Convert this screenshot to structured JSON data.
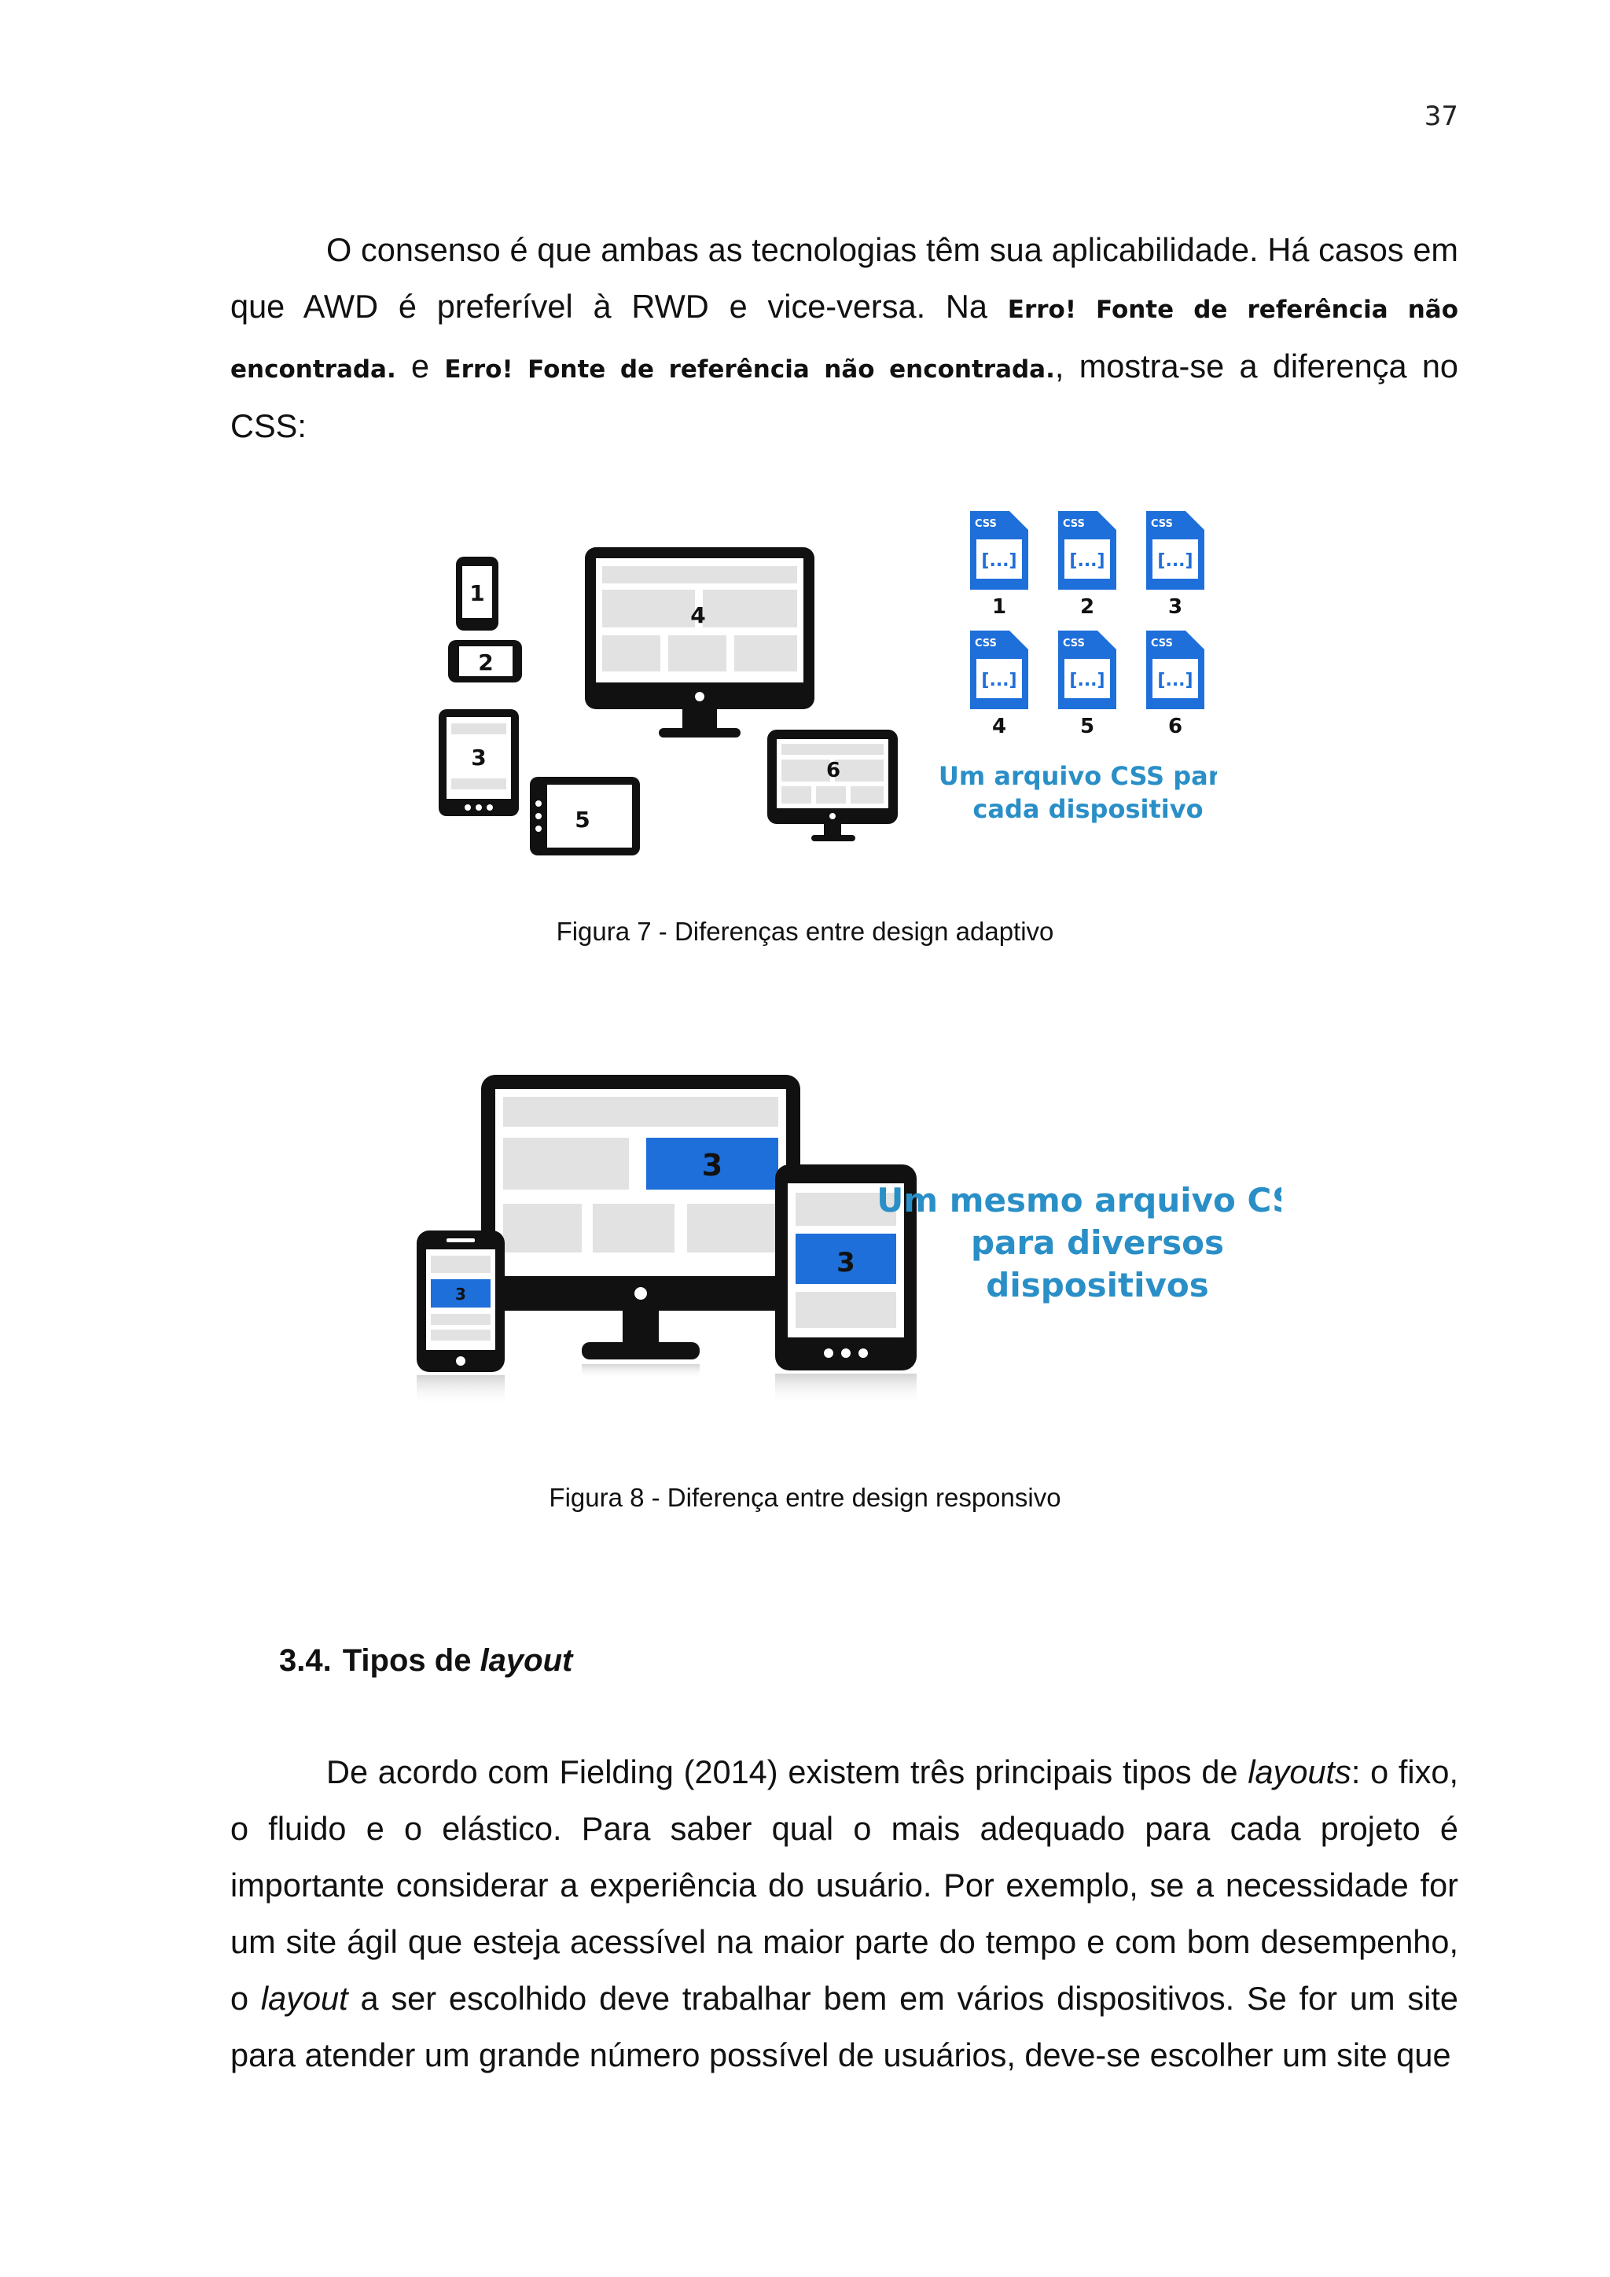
{
  "page_number": "37",
  "paragraph1": {
    "text_a": "O consenso é que ambas as tecnologias têm sua aplicabilidade. Há casos em que AWD é preferível à RWD e vice-versa. Na ",
    "error1": "Erro! Fonte de referência não encontrada.",
    "text_b": " e ",
    "error2": "Erro! Fonte de referência não encontrada.",
    "text_c": ", mostra-se a diferença no CSS:"
  },
  "figure7": {
    "device_labels": [
      "1",
      "2",
      "3",
      "4",
      "5",
      "6"
    ],
    "css_tag": "CSS",
    "css_content": "[...]",
    "file_labels": [
      "1",
      "2",
      "3",
      "4",
      "5",
      "6"
    ],
    "caption_line1": "Um arquivo CSS para",
    "caption_line2": "cada dispositivo",
    "caption": "Figura 7 - Diferenças entre design adaptivo",
    "accent_color": "#1e6fd9",
    "text_color": "#2a8fc7"
  },
  "figure8": {
    "device_label": "3",
    "text_line1": "Um mesmo arquivo CSS",
    "text_line2": "para diversos",
    "text_line3": "dispositivos",
    "caption": "Figura 8 - Diferença entre design responsivo",
    "accent_color": "#1e6fd9",
    "text_color": "#2a8fc7"
  },
  "section": {
    "number": "3.4.",
    "title_text": "Tipos de ",
    "title_italic": "layout"
  },
  "paragraph2": {
    "t1": "De acordo com Fielding (2014) existem três principais tipos de ",
    "i1": "layouts",
    "t2": ": o fixo, o fluido e o elástico. Para saber qual o mais adequado para cada projeto é importante considerar a experiência do usuário. Por exemplo, se a necessidade for um site ágil que esteja acessível na maior parte do tempo e com bom desempenho, o ",
    "i2": "layout",
    "t3": " a ser escolhido deve trabalhar bem em vários dispositivos. Se for um site para atender um grande número possível de usuários, deve-se escolher um site que"
  }
}
